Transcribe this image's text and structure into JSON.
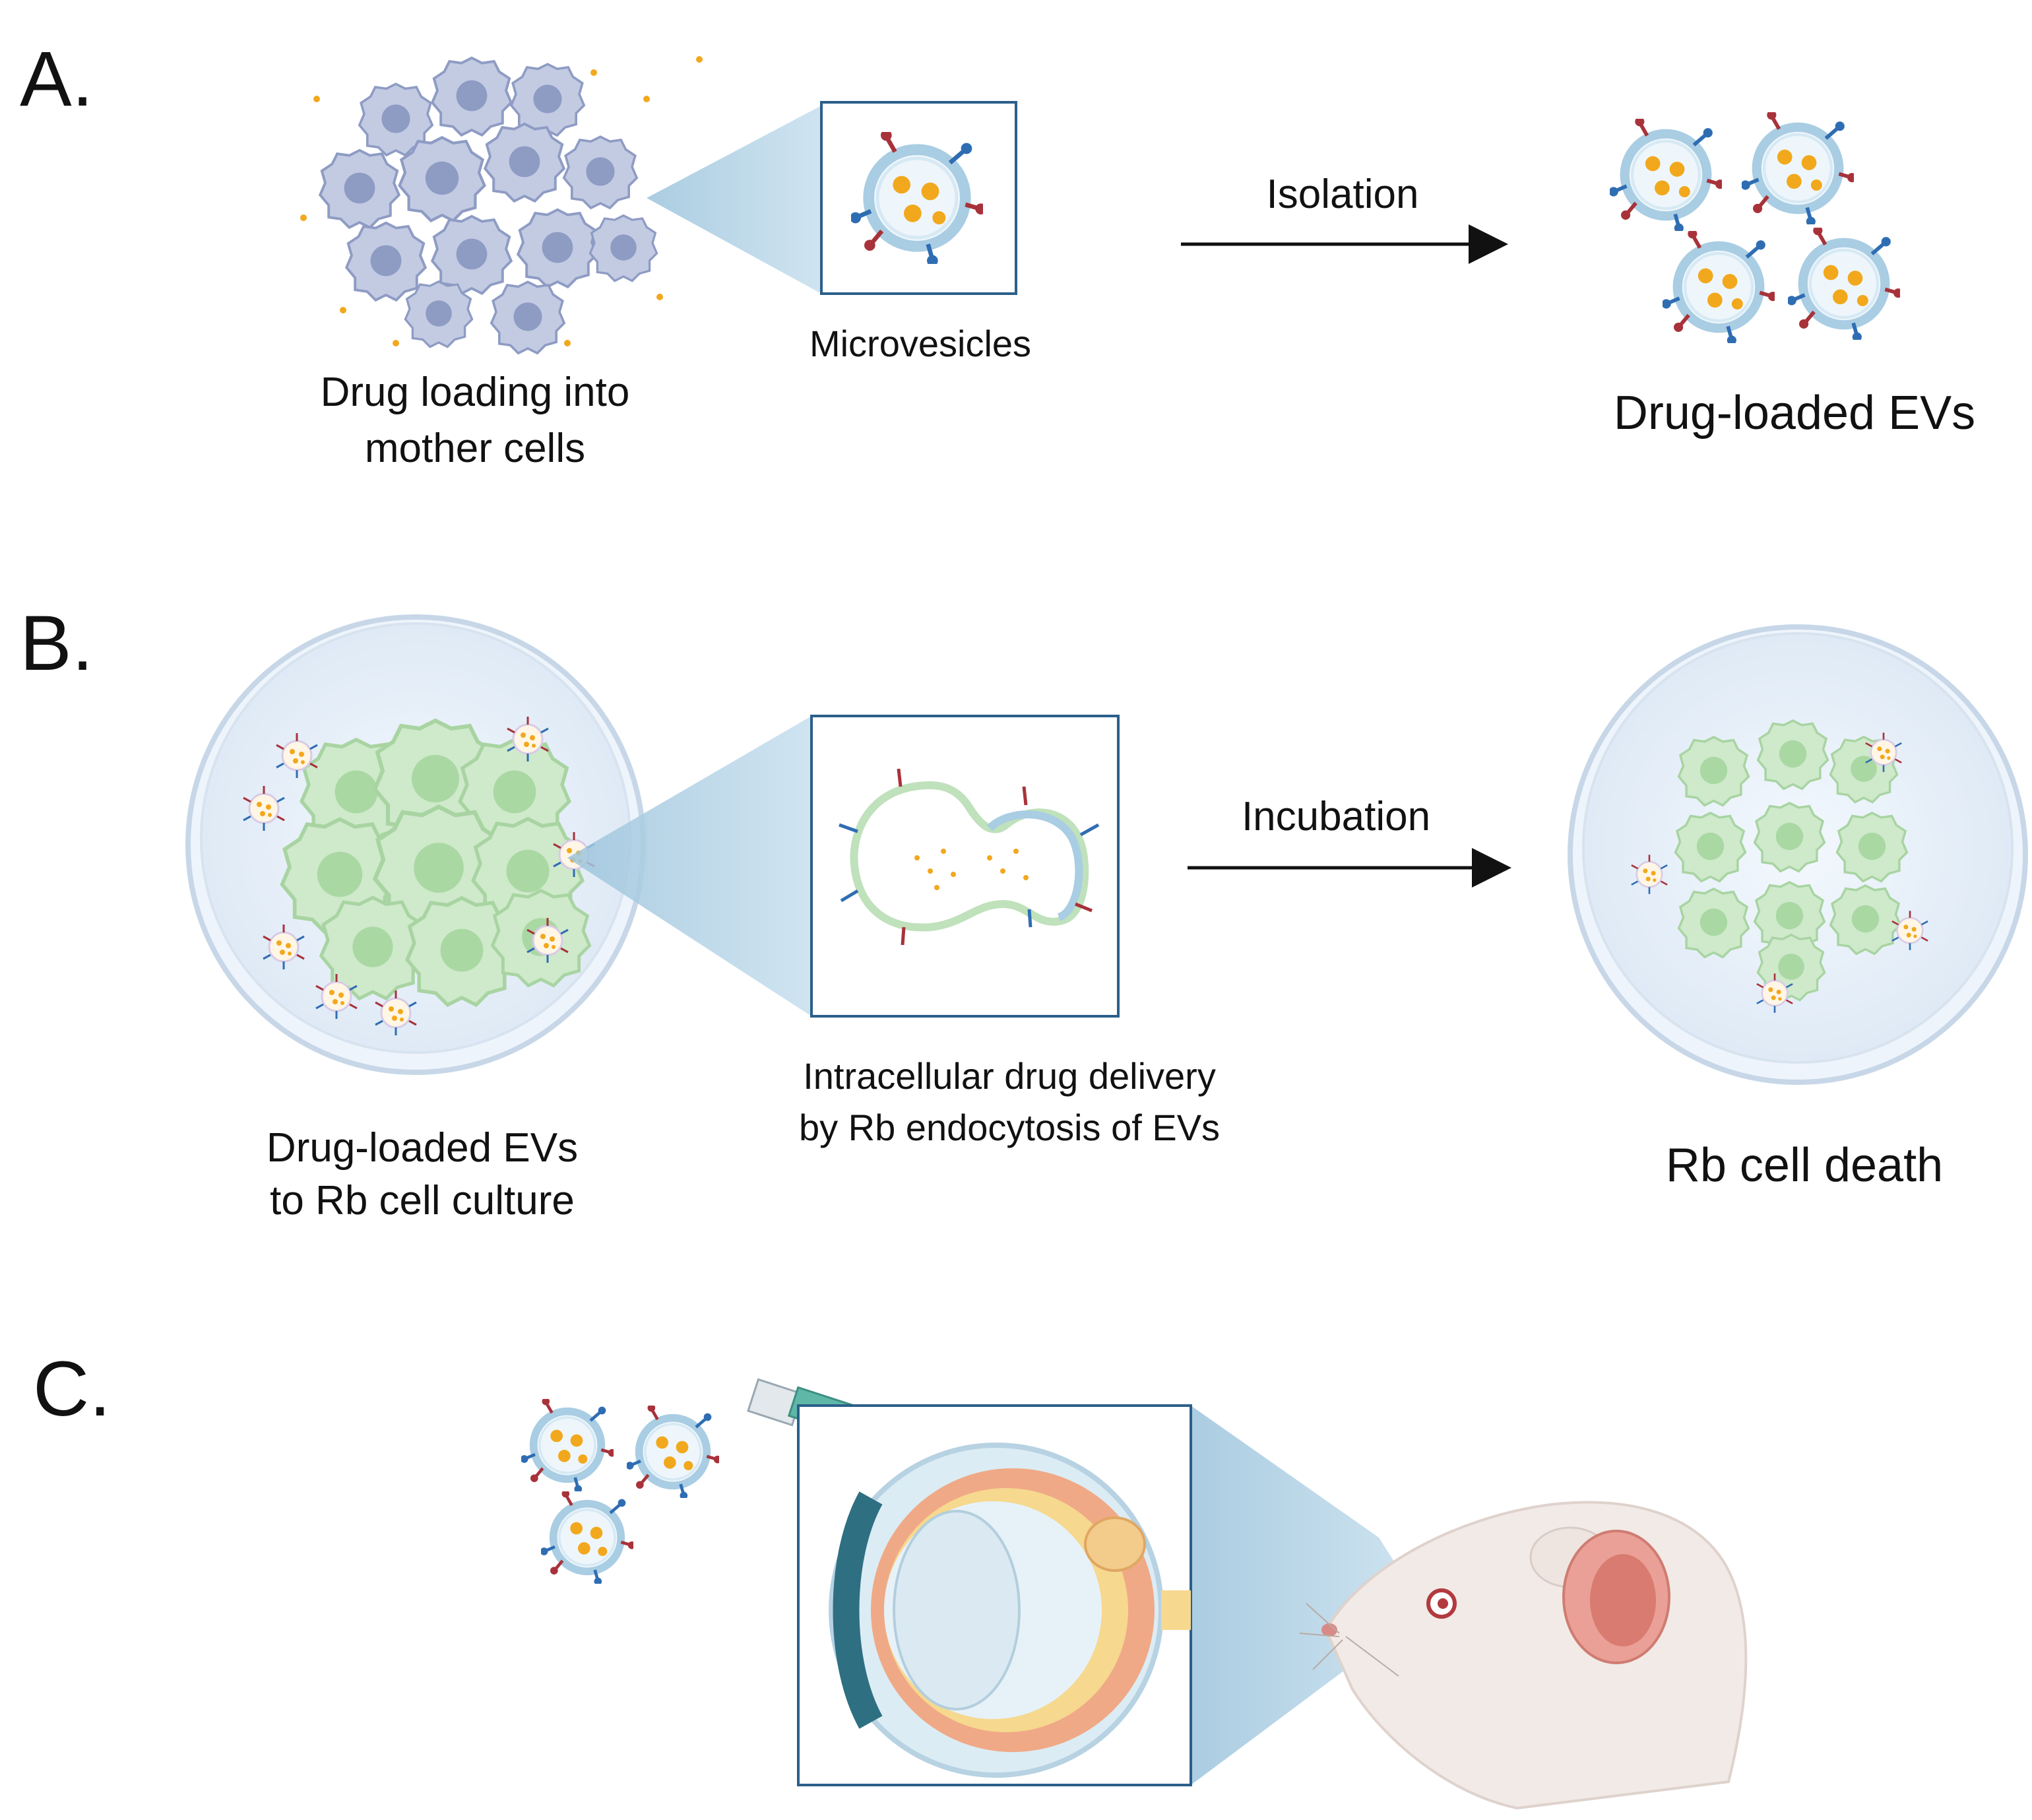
{
  "panel_a": {
    "label": "A.",
    "mother_cells_caption": [
      "Drug loading into",
      "mother cells"
    ],
    "inset_caption": "Microvesicles",
    "arrow_label": "Isolation",
    "result_caption": "Drug-loaded EVs"
  },
  "panel_b": {
    "label": "B.",
    "dish_caption": [
      "Drug-loaded EVs",
      "to Rb cell culture"
    ],
    "inset_caption": [
      "Intracellular drug delivery",
      "by Rb endocytosis of EVs"
    ],
    "arrow_label": "Incubation",
    "result_caption": "Rb cell death"
  },
  "panel_c": {
    "label": "C."
  },
  "colors": {
    "drug": "#f2a81d",
    "membrane": "#a9cde3",
    "protein_red": "#a8323a",
    "protein_blue": "#2f6db3",
    "mother_cell": "#8e9cc4",
    "rb_cell": "#b9dfb4",
    "zoom_fill": "#b7d6e8"
  }
}
